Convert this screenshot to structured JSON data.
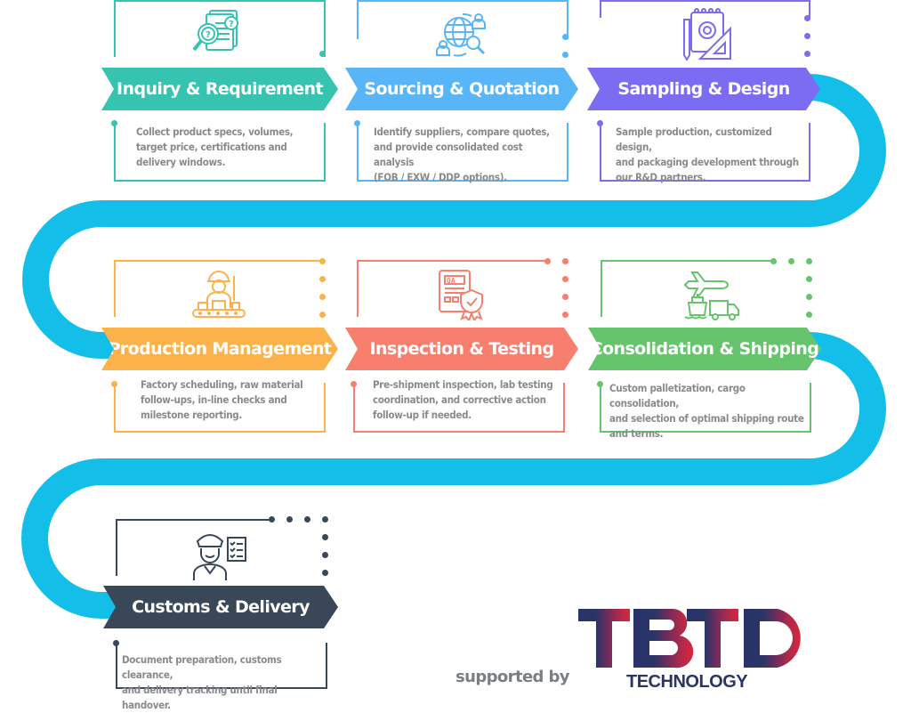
{
  "diagram": {
    "type": "process-flow",
    "path_color": "#13bfe8",
    "steps": [
      {
        "title": "Inquiry & Requirement",
        "description_lines": [
          "Collect product specs, volumes,",
          "target price, certifications and",
          "delivery windows."
        ],
        "icon": "document-search-question-icon",
        "color": "#36c3b0"
      },
      {
        "title": "Sourcing & Quotation",
        "description_lines": [
          "Identify suppliers, compare quotes,",
          "and provide consolidated cost analysis",
          "(FOB / EXW / DDP options)."
        ],
        "icon": "global-sourcing-icon",
        "color": "#58b6f8"
      },
      {
        "title": "Sampling & Design",
        "description_lines": [
          "Sample production, customized design,",
          "and packaging development through",
          "our R&D partners."
        ],
        "icon": "design-notebook-gear-icon",
        "color": "#7b6cf2"
      },
      {
        "title": "Production Management",
        "description_lines": [
          "Factory scheduling, raw material",
          "follow-ups, in-line checks and",
          "milestone reporting."
        ],
        "icon": "factory-worker-conveyor-icon",
        "color": "#fbb24a"
      },
      {
        "title": "Inspection & Testing",
        "description_lines": [
          "Pre-shipment inspection, lab testing",
          "coordination, and corrective action",
          "follow-up if needed."
        ],
        "icon": "qa-certificate-shield-icon",
        "color": "#f67f6e"
      },
      {
        "title": "Consolidation & Shipping",
        "description_lines": [
          "Custom palletization, cargo consolidation,",
          "and selection of optimal shipping route",
          "and terms."
        ],
        "icon": "plane-ship-truck-icon",
        "color": "#66c46c"
      },
      {
        "title": "Customs & Delivery",
        "description_lines": [
          "Document preparation, customs clearance,",
          "and delivery tracking until final handover."
        ],
        "icon": "customs-officer-checklist-icon",
        "color": "#3a4759"
      }
    ]
  },
  "footer": {
    "supported_by": "supported by",
    "logo_letters": [
      "T",
      "B",
      "T",
      "D"
    ],
    "logo_subtitle": "TECHNOLOGY",
    "logo_colors": [
      "#27336a",
      "#5a2d63",
      "#b1294a",
      "#d8263f"
    ]
  }
}
